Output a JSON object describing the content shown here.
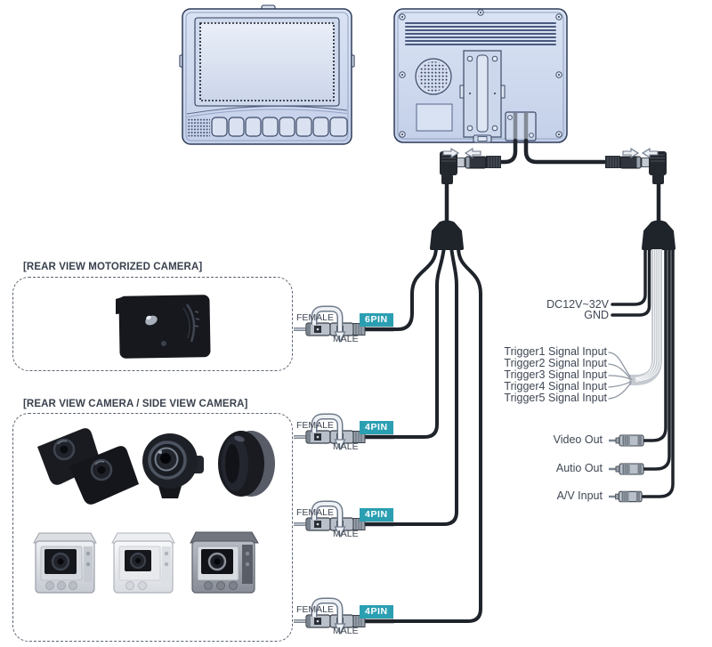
{
  "boxes": [
    {
      "title": "[REAR VIEW MOTORIZED CAMERA]"
    },
    {
      "title": "[REAR VIEW CAMERA / SIDE VIEW CAMERA]"
    }
  ],
  "connectors": [
    {
      "female": "FEMALE",
      "male": "MALE",
      "pin": "6PIN"
    },
    {
      "female": "FEMALE",
      "male": "MALE",
      "pin": "4PIN"
    },
    {
      "female": "FEMALE",
      "male": "MALE",
      "pin": "4PIN"
    },
    {
      "female": "FEMALE",
      "male": "MALE",
      "pin": "4PIN"
    }
  ],
  "power": {
    "dc": "DC12V~32V",
    "gnd": "GND"
  },
  "triggers": [
    "Trigger1 Signal Input",
    "Trigger2 Signal Input",
    "Trigger3 Signal Input",
    "Trigger4 Signal Input",
    "Trigger5 Signal Input"
  ],
  "av": {
    "video_out": "Video Out",
    "audio_out": "Autio Out",
    "av_input": "A/V Input"
  },
  "colors": {
    "pin_badge": "#2b9fb2",
    "cable": "#1f242b",
    "monitor_body": "#ccd9ee"
  }
}
